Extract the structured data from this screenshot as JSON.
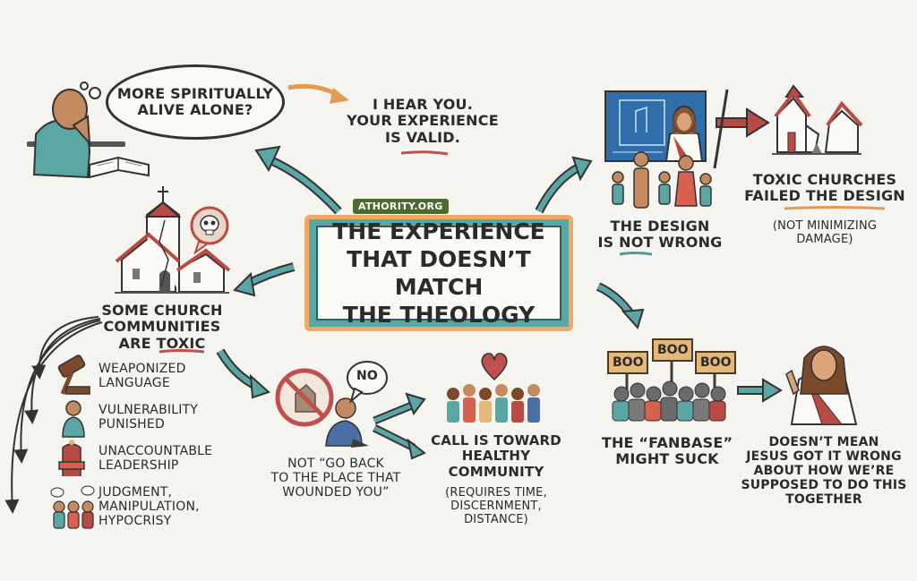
{
  "center": {
    "line1": "THE EXPERIENCE",
    "line2": "THAT DOESN’T MATCH",
    "line3": "THE THEOLOGY"
  },
  "badge": "ATHORITY.ORG",
  "thought_bubble": {
    "line1": "MORE SPIRITUALLY",
    "line2": "ALIVE ALONE?"
  },
  "response": {
    "line1": "I HEAR YOU.",
    "line2": "YOUR EXPERIENCE",
    "line3": "IS VALID."
  },
  "design": {
    "line1": "THE DESIGN",
    "line2": "IS NOT WRONG"
  },
  "failed": {
    "line1": "TOXIC CHURCHES",
    "line2": "FAILED THE DESIGN",
    "note1": "(NOT MINIMIZING",
    "note2": "DAMAGE)"
  },
  "toxic": {
    "line1": "SOME CHURCH",
    "line2": "COMMUNITIES",
    "line3": "ARE TOXIC"
  },
  "toxic_items": [
    {
      "line1": "WEAPONIZED",
      "line2": "LANGUAGE",
      "icon": "gavel-icon"
    },
    {
      "line1": "VULNERABILITY",
      "line2": "PUNISHED",
      "icon": "crying-person-icon"
    },
    {
      "line1": "UNACCOUNTABLE",
      "line2": "LEADERSHIP",
      "icon": "throne-icon"
    },
    {
      "line1": "JUDGMENT,",
      "line2": "MANIPULATION,",
      "line3": "HYPOCRISY",
      "icon": "gossip-people-icon"
    }
  ],
  "no_back": {
    "bubble": "NO",
    "line1": "NOT “GO BACK",
    "line2": "TO THE PLACE THAT",
    "line3": "WOUNDED YOU”"
  },
  "healthy": {
    "line1": "CALL IS TOWARD",
    "line2": "HEALTHY",
    "line3": "COMMUNITY",
    "note1": "(REQUIRES TIME,",
    "note2": "DISCERNMENT,",
    "note3": "DISTANCE)"
  },
  "fanbase": {
    "signs": [
      "BOO",
      "BOO",
      "BOO"
    ],
    "line1": "THE “FANBASE”",
    "line2": "MIGHT SUCK"
  },
  "jesus": {
    "line1": "DOESN’T MEAN",
    "line2": "JESUS GOT IT WRONG",
    "line3": "ABOUT HOW WE’RE",
    "line4": "SUPPOSED TO DO THIS",
    "line5": "TOGETHER"
  },
  "colors": {
    "teal": "#5aa6a4",
    "orange": "#f0a864",
    "red": "#b84b45",
    "underline_red": "#c0504d",
    "underline_teal": "#4f9c9a",
    "underline_orange": "#e39a55"
  }
}
